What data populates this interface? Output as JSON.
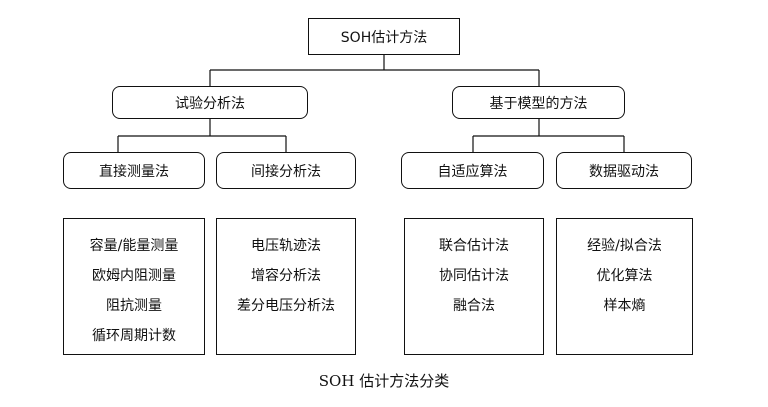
{
  "root": {
    "label": "SOH估计方法"
  },
  "branches": [
    {
      "label": "试验分析法",
      "children": [
        {
          "label": "直接测量法",
          "items": [
            "容量/能量测量",
            "欧姆内阻测量",
            "阻抗测量",
            "循环周期计数"
          ]
        },
        {
          "label": "间接分析法",
          "items": [
            "电压轨迹法",
            "增容分析法",
            "差分电压分析法"
          ]
        }
      ]
    },
    {
      "label": "基于模型的方法",
      "children": [
        {
          "label": "自适应算法",
          "items": [
            "联合估计法",
            "协同估计法",
            "融合法"
          ]
        },
        {
          "label": "数据驱动法",
          "items": [
            "经验/拟合法",
            "优化算法",
            "样本熵"
          ]
        }
      ]
    }
  ],
  "caption": "SOH 估计方法分类"
}
